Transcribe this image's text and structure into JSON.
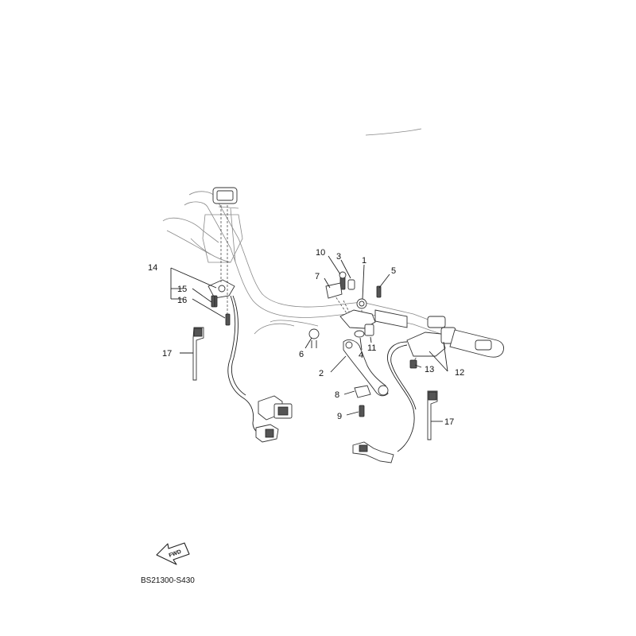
{
  "callouts": {
    "c1": "1",
    "c2": "2",
    "c3": "3",
    "c4": "4",
    "c5": "5",
    "c6": "6",
    "c7": "7",
    "c8": "8",
    "c9": "9",
    "c10": "10",
    "c11": "11",
    "c12": "12",
    "c13": "13",
    "c14": "14",
    "c15": "15",
    "c16": "16",
    "c17a": "17",
    "c17b": "17"
  },
  "fwd_label": "FWD",
  "diagram_code": "BS21300-S430"
}
